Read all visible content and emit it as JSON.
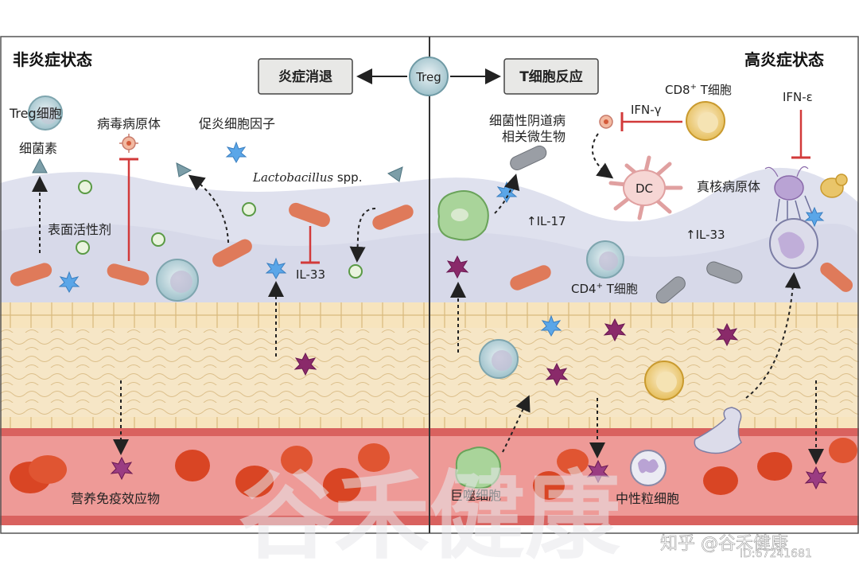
{
  "titles": {
    "left": "非炎症状态",
    "right": "高炎症状态"
  },
  "boxes": {
    "resolution": "炎症消退",
    "treg": "Treg",
    "t_response": "T细胞反应"
  },
  "left_labels": {
    "treg_cell": "Treg细胞",
    "bacteriocin": "细菌素",
    "virus_pathogen": "病毒病原体",
    "proinflammatory": "促炎细胞因子",
    "lactobacillus_genus": "Lactobacillus",
    "lactobacillus_spp": " spp.",
    "surfactant": "表面活性剂",
    "il33": "IL-33",
    "nutritional_immune": "营养免疫效应物"
  },
  "right_labels": {
    "bv_microbes_line1": "细菌性阴道病",
    "bv_microbes_line2": "相关微生物",
    "cd8_prefix": "CD8",
    "cd8_sup": "+",
    "cd8_suffix": " T细胞",
    "ifn_gamma": "IFN-γ",
    "ifn_epsilon": "IFN-ε",
    "dc": "DC",
    "eukaryotic_pathogen": "真核病原体",
    "il17": "↑IL-17",
    "il33_up": "↑IL-33",
    "cd4_prefix": "CD4",
    "cd4_sup": "+",
    "cd4_suffix": " T细胞",
    "macrophage": "巨噬细胞",
    "neutrophil": "中性粒细胞"
  },
  "watermark": {
    "platform": "知乎 @谷禾健康",
    "id": "ID:67241681",
    "big": "谷禾健康"
  },
  "colors": {
    "mucus": "#dfe1ee",
    "epithelium": "#f7e4bd",
    "epithelium_line": "#d9b97c",
    "blood": "#ee9a97",
    "blood_dark": "#d9625f",
    "rbc": "#d94524",
    "bacteria": "#df7a5a",
    "inhibit": "#d23a3a",
    "star_blue": "#5aa6e8",
    "star_purple": "#8a2a6a",
    "treg": "#b9d6da",
    "yellow_cell": "#e9c56a",
    "green_cell": "#a9d49a"
  }
}
